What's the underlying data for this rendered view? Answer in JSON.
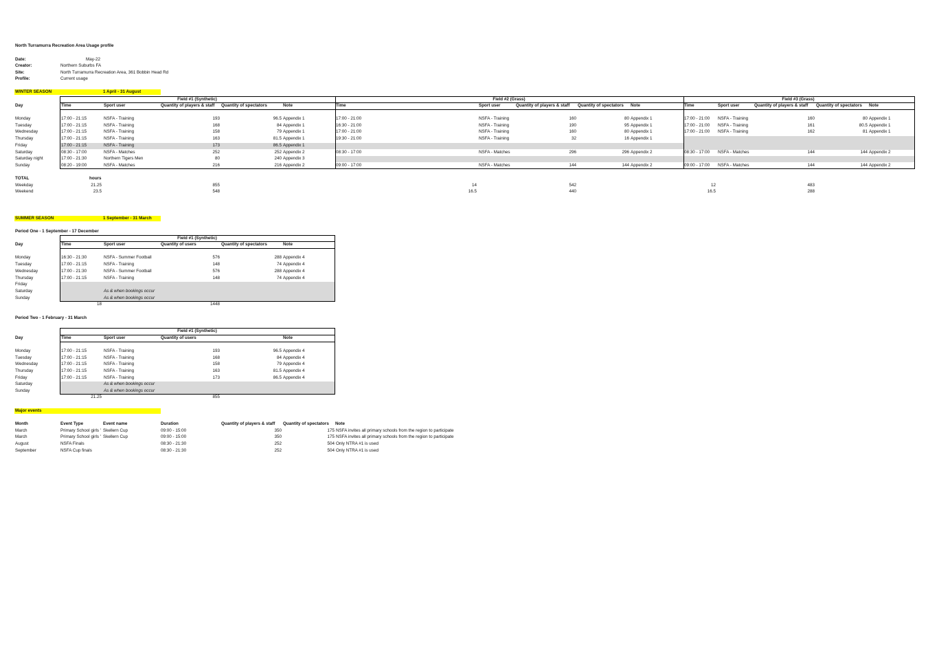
{
  "title": "North Turramurra Recreation Area Usage profile",
  "meta": [
    {
      "label": "Date:",
      "value": "May-22"
    },
    {
      "label": "Creator:",
      "value": "Northern Suburbs FA"
    },
    {
      "label": "Site:",
      "value": "North Turramurra Recreation Area, 361 Bobbin Head Rd"
    },
    {
      "label": "Profile:",
      "value": "Current usage"
    }
  ],
  "winter": {
    "label": "WINTER SEASON",
    "range": "1 April - 31 August",
    "day_header": "Day",
    "days": [
      "Monday",
      "Tuesday",
      "Wednesday",
      "Thursday",
      "Friday",
      "Saturday",
      "Saturday night",
      "Sunday"
    ],
    "fields": [
      {
        "name": "Field #1 (Synthetic)",
        "headers": [
          "Time",
          "Sport user",
          "Quantity of players & staff",
          "Quantity of spectators",
          "Note"
        ],
        "rows": [
          [
            "17:00 - 21:15",
            "NSFA - Training",
            "193",
            "96.5",
            "Appendix 1"
          ],
          [
            "17:00 - 21:15",
            "NSFA - Training",
            "168",
            "84",
            "Appendix 1"
          ],
          [
            "17:00 - 21:15",
            "NSFA - Training",
            "158",
            "79",
            "Appendix 1"
          ],
          [
            "17:00 - 21:15",
            "NSFA - Training",
            "163",
            "81.5",
            "Appendix 1"
          ],
          [
            "17:00 - 21:15",
            "NSFA - Training",
            "173",
            "86.5",
            "Appendix 1"
          ],
          [
            "08:30 - 17:00",
            "NSFA - Matches",
            "252",
            "252",
            "Appendix 2"
          ],
          [
            "17:00 - 21:30",
            "Northern Tigers Men",
            "80",
            "240",
            "Appendix 3"
          ],
          [
            "08:20 - 19:00",
            "NSFA - Matches",
            "216",
            "216",
            "Appendix 2"
          ]
        ]
      },
      {
        "name": "Field #2 (Grass)",
        "headers": [
          "Time",
          "Sport user",
          "Quantity of players & staff",
          "Quantity of spectators",
          "Note"
        ],
        "rows": [
          [
            "17:00 - 21:00",
            "NSFA - Training",
            "160",
            "80",
            "Appendix 1"
          ],
          [
            "16:30 - 21:00",
            "NSFA - Training",
            "190",
            "95",
            "Appendix 1"
          ],
          [
            "17:00 - 21:00",
            "NSFA - Training",
            "160",
            "80",
            "Appendix 1"
          ],
          [
            "19:30 - 21:00",
            "NSFA - Training",
            "32",
            "16",
            "Appendix 1"
          ],
          null,
          [
            "08:30 - 17:00",
            "NSFA - Matches",
            "296",
            "296",
            "Appendix 2"
          ],
          null,
          [
            "09:00 - 17:00",
            "NSFA - Matches",
            "144",
            "144",
            "Appendix 2"
          ]
        ]
      },
      {
        "name": "Field #3 (Grass)",
        "headers": [
          "Time",
          "Sport user",
          "Quantity of players & staff",
          "Quantity of spectators",
          "Note"
        ],
        "rows": [
          [
            "17:00 - 21:00",
            "NSFA - Training",
            "160",
            "80",
            "Appendix 1"
          ],
          [
            "17:00 - 21:00",
            "NSFA - Training",
            "161",
            "80.5",
            "Appendix 1"
          ],
          [
            "17:00 - 21:00",
            "NSFA - Training",
            "162",
            "81",
            "Appendix 1"
          ],
          null,
          null,
          [
            "08:30 - 17:00",
            "NSFA - Matches",
            "144",
            "144",
            "Appendix 2"
          ],
          null,
          [
            "09:00 - 17:00",
            "NSFA - Matches",
            "144",
            "144",
            "Appendix 2"
          ]
        ]
      }
    ],
    "totals": {
      "label": "TOTAL",
      "hours_label": "hours",
      "weekday_label": "Weekday",
      "weekend_label": "Weekend",
      "weekday": [
        "21.25",
        "855",
        "14",
        "542",
        "12",
        "483"
      ],
      "weekend": [
        "23.5",
        "548",
        "16.5",
        "440",
        "16.5",
        "288"
      ]
    }
  },
  "summer": {
    "label": "SUMMER SEASON",
    "range": "1 September - 31 March",
    "period_one": {
      "title": "Period One - 1 September - 17 December",
      "field": "Field #1 (Synthetic)",
      "headers": [
        "Day",
        "Time",
        "Sport user",
        "Quantity of users",
        "Quantity of spectators",
        "Note"
      ],
      "days": [
        "Monday",
        "Tuesday",
        "Wednesday",
        "Thursday",
        "Friday",
        "Saturday",
        "Sunday"
      ],
      "rows": [
        [
          "16:30 - 21:30",
          "NSFA - Summer Football",
          "576",
          "288",
          "Appendix 4"
        ],
        [
          "17:00 - 21:15",
          "NSFA - Training",
          "148",
          "74",
          "Appendix 4"
        ],
        [
          "17:00 - 21:30",
          "NSFA - Summer Football",
          "576",
          "288",
          "Appendix 4"
        ],
        [
          "17:00 - 21:15",
          "NSFA - Training",
          "148",
          "74",
          "Appendix 4"
        ]
      ],
      "bookings_note": "As & when bookings occur",
      "totals": [
        "18",
        "1448"
      ]
    },
    "period_two": {
      "title": "Period Two - 1 February - 31 March",
      "field": "Field #1 (Synthetic)",
      "headers": [
        "Day",
        "Time",
        "Sport user",
        "Quantity of users",
        "Note"
      ],
      "days": [
        "Monday",
        "Tuesday",
        "Wednesday",
        "Thursday",
        "Friday",
        "Saturday",
        "Sunday"
      ],
      "rows": [
        [
          "17:00 - 21:15",
          "NSFA - Training",
          "193",
          "96.5",
          "Appendix 4"
        ],
        [
          "17:00 - 21:15",
          "NSFA - Training",
          "168",
          "84",
          "Appendix 4"
        ],
        [
          "17:00 - 21:15",
          "NSFA - Training",
          "158",
          "79",
          "Appendix 4"
        ],
        [
          "17:00 - 21:15",
          "NSFA - Training",
          "163",
          "81.5",
          "Appendix 4"
        ],
        [
          "17:00 - 21:15",
          "NSFA - Training",
          "173",
          "86.5",
          "Appendix 4"
        ]
      ],
      "bookings_note": "As & when bookings occur",
      "totals": [
        "21.25",
        "855"
      ]
    }
  },
  "events": {
    "label": "Major events",
    "headers": [
      "Month",
      "Event Type",
      "Event name",
      "Duration",
      "Quantity of players & staff",
      "Quantity of spectators",
      "Note"
    ],
    "rows": [
      [
        "March",
        "Primary School girls '",
        "Skellern Cup",
        "09:00 - 15:00",
        "350",
        "175",
        "NSFA invites all primary schools from the region to participate"
      ],
      [
        "March",
        "Primary School girls '",
        "Skellern Cup",
        "09:00 - 15:00",
        "350",
        "175",
        "NSFA invites all primary schools from the region to participate"
      ],
      [
        "August",
        "NSFA Finals",
        "",
        "08:30 - 21:30",
        "252",
        "504",
        "Only NTRA #1 is used"
      ],
      [
        "September",
        "NSFA Cup finals",
        "",
        "08:30 - 21:30",
        "252",
        "504",
        "Only NTRA #1 is used"
      ]
    ]
  },
  "colors": {
    "highlight": "#ffff00",
    "gray": "#d9d9d9"
  }
}
